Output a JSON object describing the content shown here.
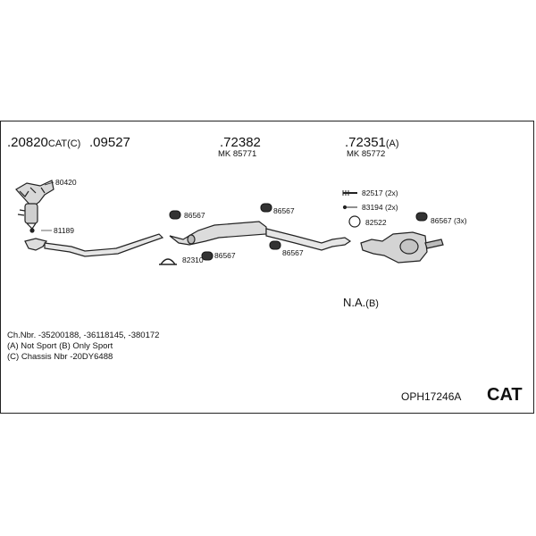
{
  "header_parts": [
    {
      "number": ".20820",
      "suffix": "CAT(C)"
    },
    {
      "number": ".09527",
      "suffix": ""
    },
    {
      "number": ".72382",
      "suffix": "",
      "sub": "MK 85771"
    },
    {
      "number": ".72351",
      "suffix": "(A)",
      "sub": "MK 85772"
    }
  ],
  "callouts": {
    "c80420": "80420",
    "c81189": "81189",
    "c86567a": "86567",
    "c86567b": "86567",
    "c86567c": "86567",
    "c86567d": "86567",
    "c82310": "82310",
    "c82517": "82517 (2x)",
    "c83194": "83194 (2x)",
    "c82522": "82522",
    "c86567e": "86567 (3x)"
  },
  "na": {
    "label": "N.A.",
    "suffix": "(B)"
  },
  "notes": [
    "Ch.Nbr. -35200188, -36118145, -380172",
    "(A) Not Sport (B) Only Sport",
    "(C) Chassis Nbr -20DY6488"
  ],
  "kit_code": "OPH17246A",
  "badge": "CAT"
}
